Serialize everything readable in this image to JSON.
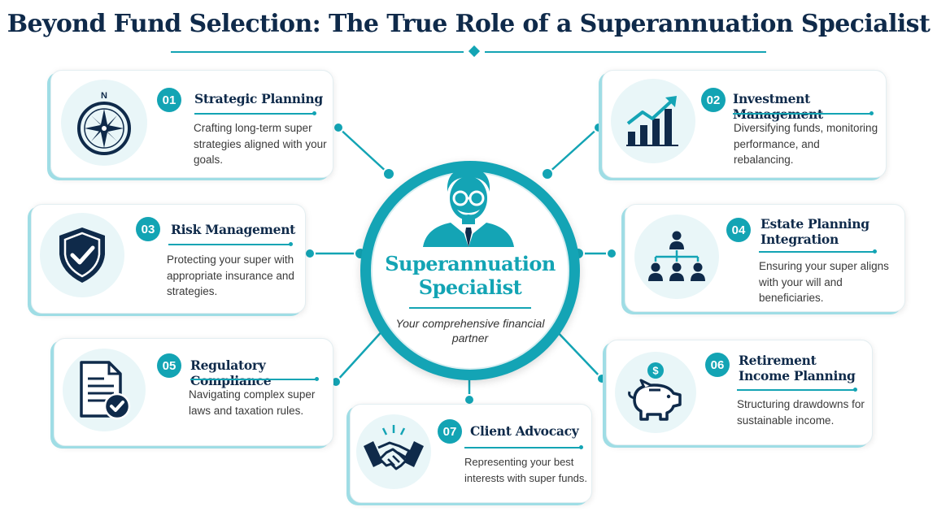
{
  "title": "Beyond Fund Selection: The True Role of a Superannuation Specialist",
  "center": {
    "title": "Superannuation Specialist",
    "subtitle": "Your comprehensive financial partner",
    "icon": "specialist-person-icon"
  },
  "colors": {
    "accent": "#13a4b4",
    "navy": "#0f2a4a",
    "icon_bg": "#e9f6f8"
  },
  "roles": [
    {
      "number": "01",
      "title": "Strategic Planning",
      "description": "Crafting long-term super strategies aligned with your goals.",
      "icon": "compass-icon"
    },
    {
      "number": "02",
      "title": "Investment Management",
      "description": "Diversifying funds, monitoring performance, and rebalancing.",
      "icon": "growth-chart-icon"
    },
    {
      "number": "03",
      "title": "Risk Management",
      "description": "Protecting your super with appropriate insurance and strategies.",
      "icon": "shield-check-icon"
    },
    {
      "number": "04",
      "title": "Estate Planning Integration",
      "description": "Ensuring your super aligns with your will and beneficiaries.",
      "icon": "family-tree-icon"
    },
    {
      "number": "05",
      "title": "Regulatory Compliance",
      "description": "Navigating complex super laws and taxation rules.",
      "icon": "document-check-icon"
    },
    {
      "number": "06",
      "title": "Retirement Income Planning",
      "description": "Structuring drawdowns for sustainable income.",
      "icon": "piggy-bank-icon"
    },
    {
      "number": "07",
      "title": "Client Advocacy",
      "description": "Representing your best interests with super funds.",
      "icon": "handshake-icon"
    }
  ]
}
